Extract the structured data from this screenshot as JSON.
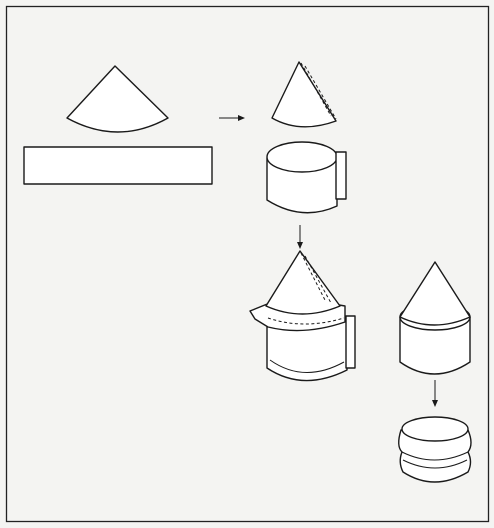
{
  "colors": {
    "background": "#f4f4f2",
    "frame": "#222222",
    "stroke": "#1a1a1a",
    "fill": "#ffffff"
  },
  "figure": {
    "type": "paper-model construction diagram",
    "steps": [
      "flat-sector-and-strip",
      "rolled-cone-and-cylinder",
      "assembled-cone-on-cylinder",
      "finished-cone-cylinder",
      "squashed-cylinder"
    ]
  }
}
